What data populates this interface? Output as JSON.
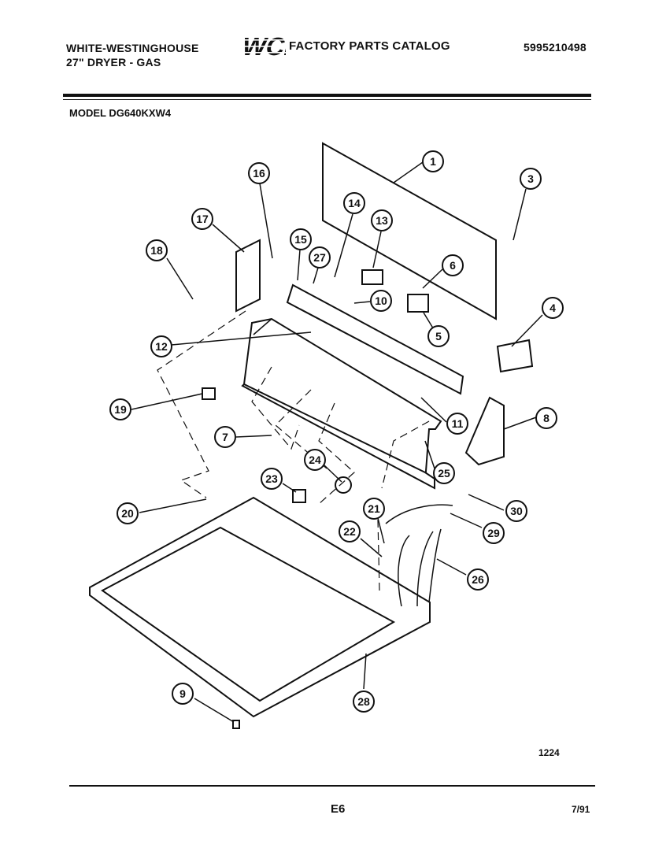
{
  "header": {
    "brand_line1": "WHITE-WESTINGHOUSE",
    "brand_line2": "27\" DRYER - GAS",
    "logo_text": "WCI",
    "catalog_title": "FACTORY PARTS CATALOG",
    "part_number": "5995210498"
  },
  "model": "MODEL DG640KXW4",
  "callouts": [
    {
      "label": "1"
    },
    {
      "label": "3"
    },
    {
      "label": "16"
    },
    {
      "label": "14"
    },
    {
      "label": "13"
    },
    {
      "label": "17"
    },
    {
      "label": "15"
    },
    {
      "label": "27"
    },
    {
      "label": "6"
    },
    {
      "label": "18"
    },
    {
      "label": "10"
    },
    {
      "label": "4"
    },
    {
      "label": "5"
    },
    {
      "label": "12"
    },
    {
      "label": "19"
    },
    {
      "label": "11"
    },
    {
      "label": "8"
    },
    {
      "label": "7"
    },
    {
      "label": "25"
    },
    {
      "label": "24"
    },
    {
      "label": "23"
    },
    {
      "label": "20"
    },
    {
      "label": "21"
    },
    {
      "label": "30"
    },
    {
      "label": "22"
    },
    {
      "label": "29"
    },
    {
      "label": "26"
    },
    {
      "label": "9"
    },
    {
      "label": "28"
    }
  ],
  "footer": {
    "ref": "1224",
    "page": "E6",
    "date": "7/91"
  },
  "colors": {
    "ink": "#111111",
    "paper": "#ffffff"
  }
}
